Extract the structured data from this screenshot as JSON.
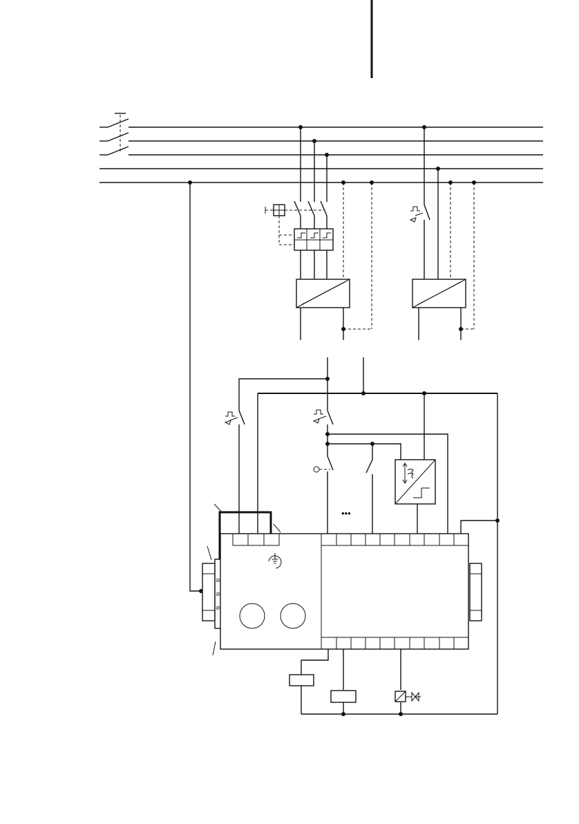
{
  "diagram": {
    "type": "electrical-wiring-schematic",
    "labels": [],
    "icons": [
      "page-margin-bar",
      "three-pole-main-switch",
      "motor-protection-breaker",
      "frequency-inverter-left",
      "frequency-inverter-right",
      "emergency-stop-contact",
      "pushbutton-contact",
      "signal-converter",
      "controller-module",
      "expansion-module",
      "terminal-strip",
      "earth-symbol",
      "relay-coil",
      "lamp-load",
      "solenoid-valve"
    ],
    "ellipsis": "•••",
    "colors": {
      "line": "#111111",
      "background": "#ffffff"
    }
  }
}
